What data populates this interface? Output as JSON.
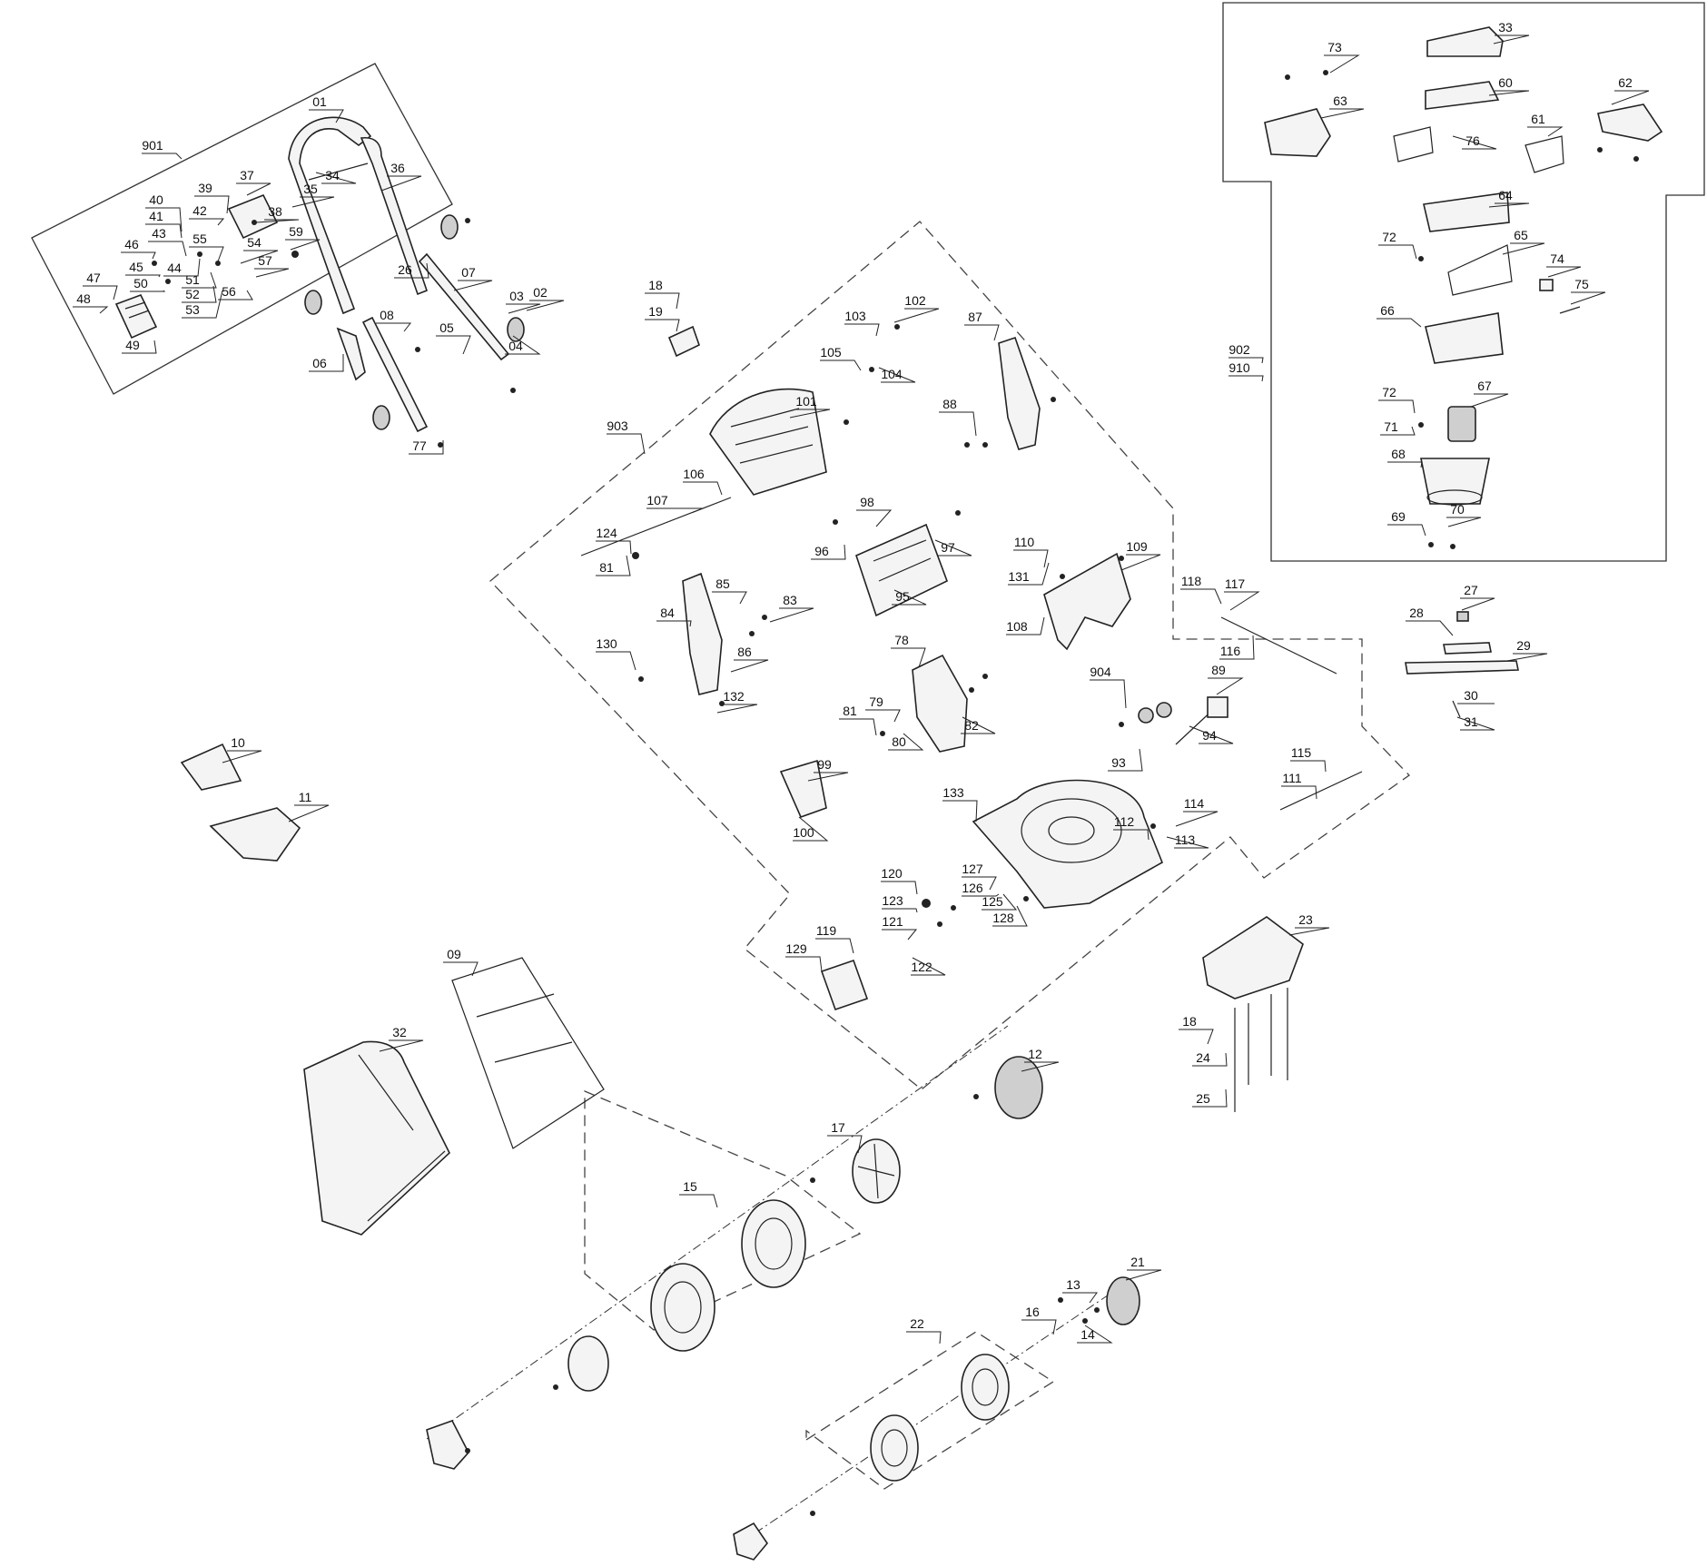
{
  "callouts": [
    {
      "id": "c901",
      "text": "901"
    },
    {
      "id": "c01",
      "text": "01"
    },
    {
      "id": "c37",
      "text": "37"
    },
    {
      "id": "c36",
      "text": "36"
    },
    {
      "id": "c39",
      "text": "39"
    },
    {
      "id": "c40",
      "text": "40"
    },
    {
      "id": "c42",
      "text": "42"
    },
    {
      "id": "c41",
      "text": "41"
    },
    {
      "id": "c38",
      "text": "38"
    },
    {
      "id": "c43",
      "text": "43"
    },
    {
      "id": "c55",
      "text": "55"
    },
    {
      "id": "c35",
      "text": "35"
    },
    {
      "id": "c34",
      "text": "34"
    },
    {
      "id": "c59",
      "text": "59"
    },
    {
      "id": "c54",
      "text": "54"
    },
    {
      "id": "c46",
      "text": "46"
    },
    {
      "id": "c44",
      "text": "44"
    },
    {
      "id": "c45",
      "text": "45"
    },
    {
      "id": "c57",
      "text": "57"
    },
    {
      "id": "c26",
      "text": "26"
    },
    {
      "id": "c07",
      "text": "07"
    },
    {
      "id": "c50",
      "text": "50"
    },
    {
      "id": "c51",
      "text": "51"
    },
    {
      "id": "c52",
      "text": "52"
    },
    {
      "id": "c53",
      "text": "53"
    },
    {
      "id": "c56",
      "text": "56"
    },
    {
      "id": "c47",
      "text": "47"
    },
    {
      "id": "c48",
      "text": "48"
    },
    {
      "id": "c49",
      "text": "49"
    },
    {
      "id": "c03",
      "text": "03"
    },
    {
      "id": "c02",
      "text": "02"
    },
    {
      "id": "c08",
      "text": "08"
    },
    {
      "id": "c05",
      "text": "05"
    },
    {
      "id": "c04",
      "text": "04"
    },
    {
      "id": "c06",
      "text": "06"
    },
    {
      "id": "c77",
      "text": "77"
    },
    {
      "id": "c18a",
      "text": "18"
    },
    {
      "id": "c19",
      "text": "19"
    },
    {
      "id": "c102",
      "text": "102"
    },
    {
      "id": "c103",
      "text": "103"
    },
    {
      "id": "c87",
      "text": "87"
    },
    {
      "id": "c105",
      "text": "105"
    },
    {
      "id": "c104",
      "text": "104"
    },
    {
      "id": "c101",
      "text": "101"
    },
    {
      "id": "c88",
      "text": "88"
    },
    {
      "id": "c903",
      "text": "903"
    },
    {
      "id": "c106",
      "text": "106"
    },
    {
      "id": "c107",
      "text": "107"
    },
    {
      "id": "c98",
      "text": "98"
    },
    {
      "id": "c124",
      "text": "124"
    },
    {
      "id": "c81a",
      "text": "81"
    },
    {
      "id": "c96",
      "text": "96"
    },
    {
      "id": "c97",
      "text": "97"
    },
    {
      "id": "c110",
      "text": "110"
    },
    {
      "id": "c109",
      "text": "109"
    },
    {
      "id": "c131",
      "text": "131"
    },
    {
      "id": "c95",
      "text": "95"
    },
    {
      "id": "c85",
      "text": "85"
    },
    {
      "id": "c83",
      "text": "83"
    },
    {
      "id": "c84",
      "text": "84"
    },
    {
      "id": "c108",
      "text": "108"
    },
    {
      "id": "c118",
      "text": "118"
    },
    {
      "id": "c117",
      "text": "117"
    },
    {
      "id": "c130",
      "text": "130"
    },
    {
      "id": "c86",
      "text": "86"
    },
    {
      "id": "c78",
      "text": "78"
    },
    {
      "id": "c116",
      "text": "116"
    },
    {
      "id": "c904",
      "text": "904"
    },
    {
      "id": "c89",
      "text": "89"
    },
    {
      "id": "c132",
      "text": "132"
    },
    {
      "id": "c81b",
      "text": "81"
    },
    {
      "id": "c79",
      "text": "79"
    },
    {
      "id": "c80",
      "text": "80"
    },
    {
      "id": "c82",
      "text": "82"
    },
    {
      "id": "c94",
      "text": "94"
    },
    {
      "id": "c93",
      "text": "93"
    },
    {
      "id": "c115",
      "text": "115"
    },
    {
      "id": "c111",
      "text": "111"
    },
    {
      "id": "c99",
      "text": "99"
    },
    {
      "id": "c100",
      "text": "100"
    },
    {
      "id": "c133",
      "text": "133"
    },
    {
      "id": "c114",
      "text": "114"
    },
    {
      "id": "c112",
      "text": "112"
    },
    {
      "id": "c113",
      "text": "113"
    },
    {
      "id": "c120",
      "text": "120"
    },
    {
      "id": "c127",
      "text": "127"
    },
    {
      "id": "c126",
      "text": "126"
    },
    {
      "id": "c125",
      "text": "125"
    },
    {
      "id": "c123",
      "text": "123"
    },
    {
      "id": "c128",
      "text": "128"
    },
    {
      "id": "c121",
      "text": "121"
    },
    {
      "id": "c119",
      "text": "119"
    },
    {
      "id": "c122",
      "text": "122"
    },
    {
      "id": "c129",
      "text": "129"
    },
    {
      "id": "c10",
      "text": "10"
    },
    {
      "id": "c11",
      "text": "11"
    },
    {
      "id": "c09",
      "text": "09"
    },
    {
      "id": "c32",
      "text": "32"
    },
    {
      "id": "c23",
      "text": "23"
    },
    {
      "id": "c18b",
      "text": "18"
    },
    {
      "id": "c24",
      "text": "24"
    },
    {
      "id": "c25",
      "text": "25"
    },
    {
      "id": "c12",
      "text": "12"
    },
    {
      "id": "c17",
      "text": "17"
    },
    {
      "id": "c15",
      "text": "15"
    },
    {
      "id": "c22",
      "text": "22"
    },
    {
      "id": "c16",
      "text": "16"
    },
    {
      "id": "c13",
      "text": "13"
    },
    {
      "id": "c21",
      "text": "21"
    },
    {
      "id": "c14",
      "text": "14"
    },
    {
      "id": "c73",
      "text": "73"
    },
    {
      "id": "c33",
      "text": "33"
    },
    {
      "id": "c63",
      "text": "63"
    },
    {
      "id": "c60",
      "text": "60"
    },
    {
      "id": "c62",
      "text": "62"
    },
    {
      "id": "c76",
      "text": "76"
    },
    {
      "id": "c61",
      "text": "61"
    },
    {
      "id": "c64",
      "text": "64"
    },
    {
      "id": "c72a",
      "text": "72"
    },
    {
      "id": "c65",
      "text": "65"
    },
    {
      "id": "c74",
      "text": "74"
    },
    {
      "id": "c75",
      "text": "75"
    },
    {
      "id": "c66",
      "text": "66"
    },
    {
      "id": "c902",
      "text": "902"
    },
    {
      "id": "c910",
      "text": "910"
    },
    {
      "id": "c72b",
      "text": "72"
    },
    {
      "id": "c67",
      "text": "67"
    },
    {
      "id": "c71",
      "text": "71"
    },
    {
      "id": "c68",
      "text": "68"
    },
    {
      "id": "c69",
      "text": "69"
    },
    {
      "id": "c70",
      "text": "70"
    },
    {
      "id": "c27",
      "text": "27"
    },
    {
      "id": "c28",
      "text": "28"
    },
    {
      "id": "c29",
      "text": "29"
    },
    {
      "id": "c30",
      "text": "30"
    },
    {
      "id": "c31",
      "text": "31"
    }
  ]
}
